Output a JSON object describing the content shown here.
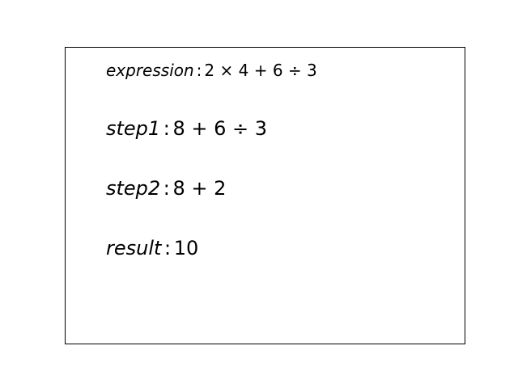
{
  "lines": {
    "expression": {
      "label": "expression",
      "colon": ":",
      "value": "2 × 4 + 6 ÷ 3"
    },
    "step1": {
      "label": "step1",
      "colon": ":",
      "value": "8 + 6 ÷ 3"
    },
    "step2": {
      "label": "step2",
      "colon": ":",
      "value": "8 + 2"
    },
    "result": {
      "label": "result",
      "colon": ":",
      "value": "10"
    }
  },
  "colors": {
    "text": "#000000",
    "border": "#000000",
    "background": "#ffffff"
  }
}
